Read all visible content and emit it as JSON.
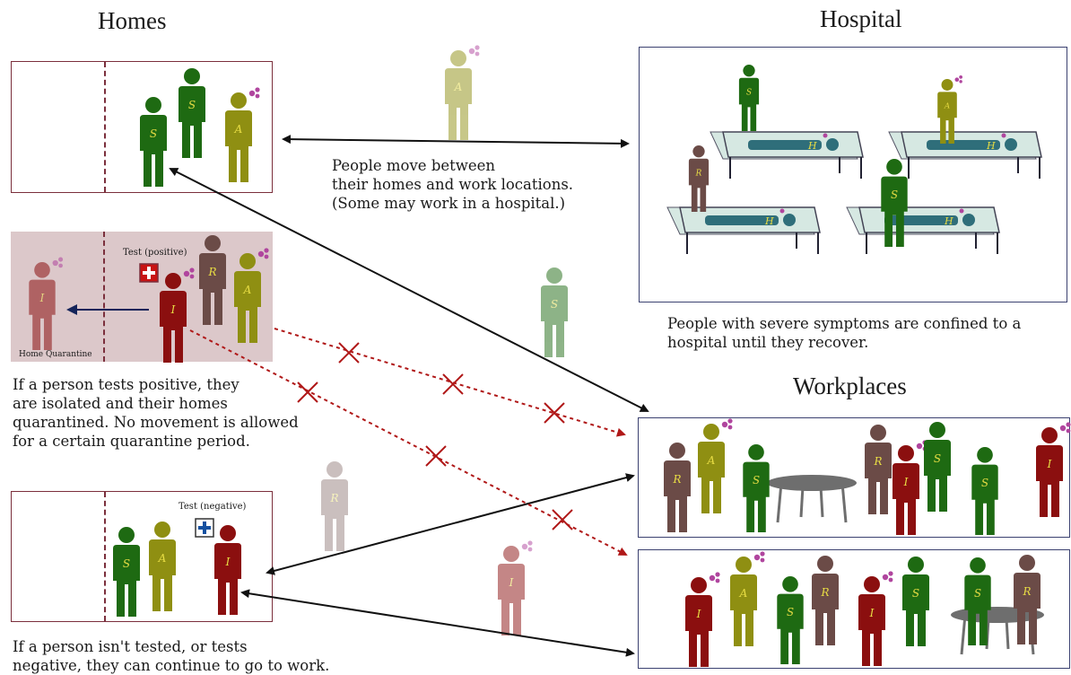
{
  "titles": {
    "homes": "Homes",
    "hospital": "Hospital",
    "workplaces": "Workplaces"
  },
  "captions": {
    "movement": [
      "People move between",
      "their homes and work locations.",
      "(Some may work in a hospital.)"
    ],
    "hospital": [
      "People with severe symptoms are confined to a",
      "hospital until they recover."
    ],
    "positive": [
      "If a person tests positive, they",
      "are isolated and their homes",
      "quarantined.  No movement is allowed",
      "for a certain quarantine period."
    ],
    "negative": [
      "If a person isn't tested, or tests",
      "negative, they can continue to go to work."
    ]
  },
  "labels": {
    "test_positive": "Test (positive)",
    "test_negative": "Test (negative)",
    "home_quarantine": "Home Quarantine"
  },
  "status_letters": {
    "S": "S",
    "A": "A",
    "R": "R",
    "I": "I",
    "H": "H"
  },
  "colors": {
    "S": "#1e6a12",
    "A": "#8f8f12",
    "R": "#6b4b47",
    "I": "#8b0f0f",
    "virus": "#b0459e",
    "home_border": "#7b2f3c",
    "quarantine_bg": "#dcc8ca",
    "box_border": "#3b4170",
    "bed": "#d6e8e2",
    "patient": "#2f6e7a",
    "table": "#6e6e6e",
    "arrow": "#111111",
    "blocked": "#b01818",
    "quarantine_arrow": "#14245a",
    "letter": "#e8dd44"
  }
}
